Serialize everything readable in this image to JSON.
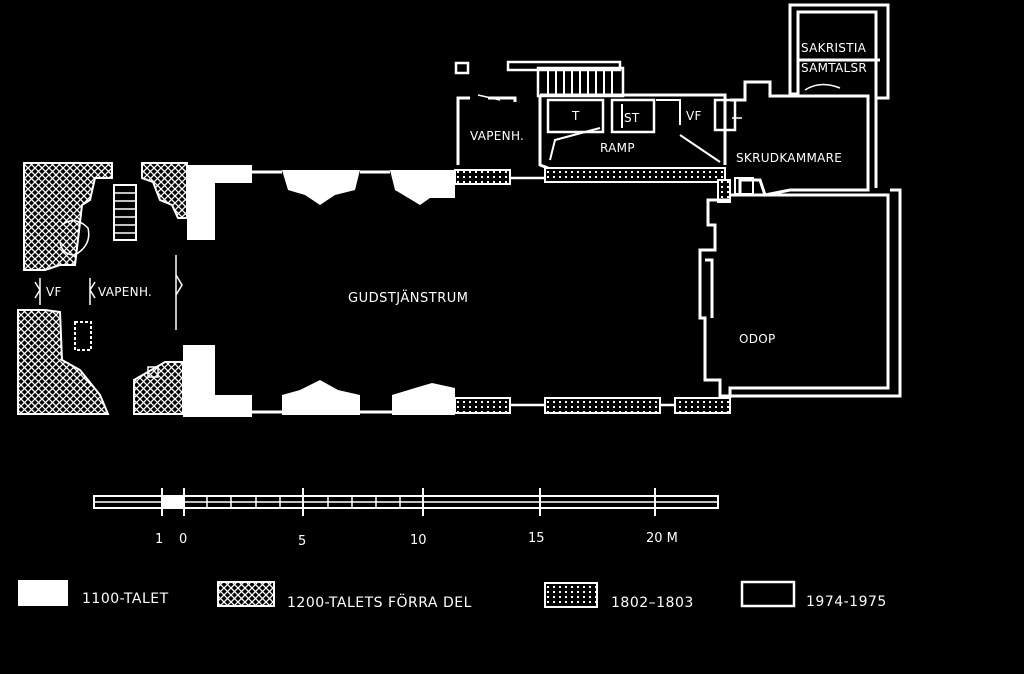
{
  "rooms": {
    "vf_left": "VF",
    "vapenhus_west": "VAPENH.",
    "gudstjanstrum": "GUDSTJÄNSTRUM",
    "vapenhus_north": "VAPENH.",
    "t": "T",
    "st": "ST",
    "vf_north": "VF",
    "ramp": "RAMP",
    "skrudkammare": "SKRUDKAMMARE",
    "sakristia": "SAKRISTIA",
    "samtalsrum": "SAMTALSR",
    "odop": "ODOP"
  },
  "scale": {
    "ticks": [
      "1",
      "0",
      "5",
      "10",
      "15",
      "20 M"
    ]
  },
  "legend": [
    {
      "key": "1100",
      "label": "1100-TALET",
      "pattern": "solid"
    },
    {
      "key": "1200",
      "label": "1200-TALETS FÖRRA DEL",
      "pattern": "crosshatch"
    },
    {
      "key": "1802",
      "label": "1802–1803",
      "pattern": "dotted"
    },
    {
      "key": "1974",
      "label": "1974-1975",
      "pattern": "outline"
    }
  ],
  "colors": {
    "background": "#000000",
    "ink": "#ffffff"
  }
}
